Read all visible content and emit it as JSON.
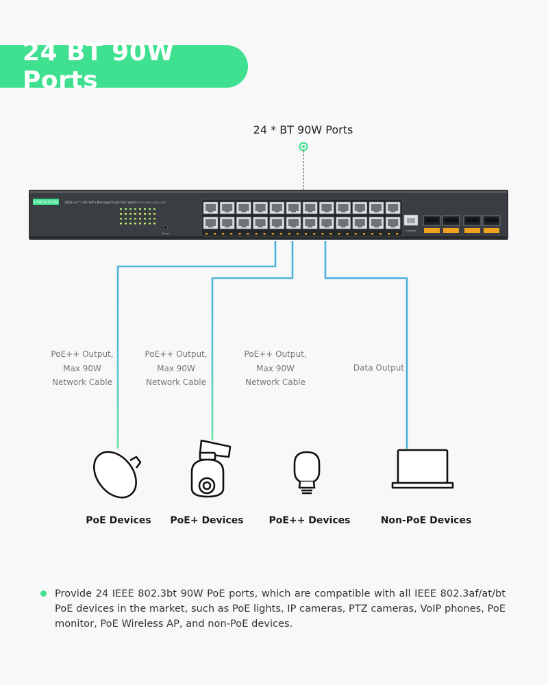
{
  "banner": {
    "title": "24 BT 90W Ports"
  },
  "callout": {
    "label": "24 * BT 90W Ports"
  },
  "switch": {
    "brand": "LINOVISION",
    "model_desc": "24GE+4 * 10G SFP+Managed High PoE Switch",
    "model_number": "POE-SW9724GH-24BT",
    "reset_label": "Reset",
    "console_label": "Console"
  },
  "cables": [
    {
      "line1": "PoE++ Output,",
      "line2": "Max 90W",
      "line3": "Network Cable"
    },
    {
      "line1": "PoE++ Output,",
      "line2": "Max 90W",
      "line3": "Network Cable"
    },
    {
      "line1": "PoE++ Output,",
      "line2": "Max 90W",
      "line3": "Network Cable"
    },
    {
      "line1": "Data Output"
    }
  ],
  "devices": [
    {
      "label": "PoE Devices",
      "icon": "wireless-ap-icon"
    },
    {
      "label": "PoE+ Devices",
      "icon": "ptz-camera-icon"
    },
    {
      "label": "PoE++ Devices",
      "icon": "bulb-icon"
    },
    {
      "label": "Non-PoE Devices",
      "icon": "laptop-icon"
    }
  ],
  "description": "Provide 24 IEEE 802.3bt 90W PoE ports, which are compatible with all IEEE 802.3af/at/bt PoE devices in the market, such as PoE lights, IP cameras, PTZ cameras, VoIP phones, PoE monitor, PoE Wireless AP, and non-PoE devices.",
  "colors": {
    "accent_green": "#3fe08f",
    "cable_blue": "#4aaede",
    "switch_body": "#34383c",
    "port_amber": "#f0a020"
  }
}
